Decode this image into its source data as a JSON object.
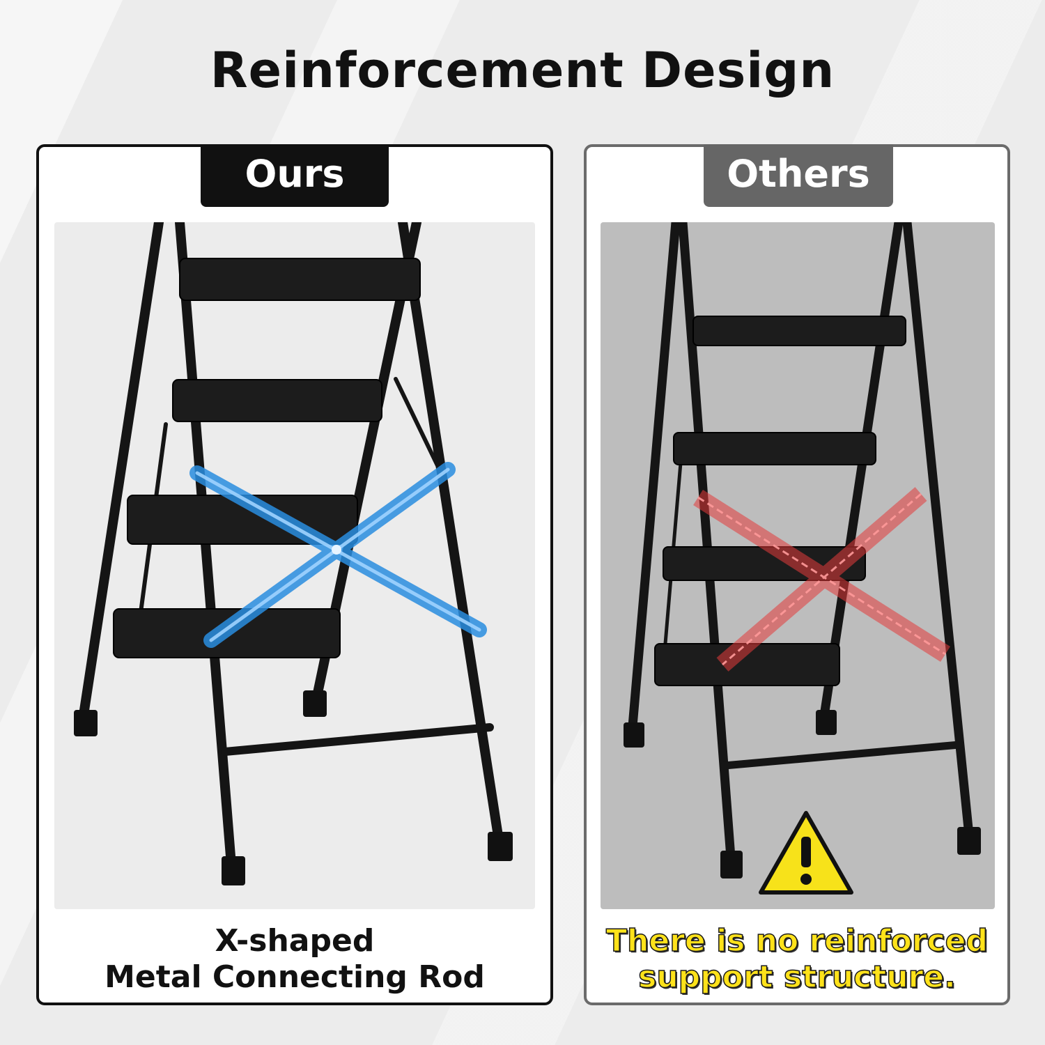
{
  "title": "Reinforcement Design",
  "ours": {
    "tab_label": "Ours",
    "caption_line1": "X-shaped",
    "caption_line2": "Metal Connecting Rod",
    "accent_color": "#2a8de0"
  },
  "others": {
    "tab_label": "Others",
    "caption_line1": "There is no reinforced",
    "caption_line2": "support structure.",
    "accent_color": "#e43b3b",
    "warning_icon": "warning-triangle-icon",
    "caption_color": "#ffe21a"
  }
}
